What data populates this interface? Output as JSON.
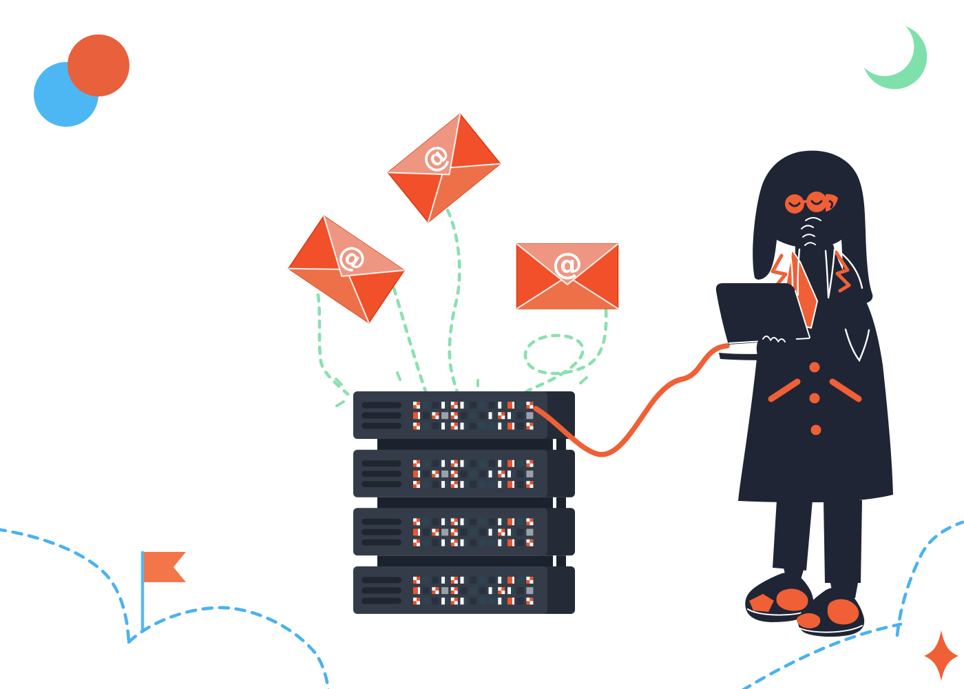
{
  "illustration": {
    "title": "Woman with laptop monitoring email server",
    "at_symbol": "@",
    "envelope_count": 3,
    "server_unit_count": 4,
    "palette": {
      "navy": "#1f2534",
      "server_body": "#353c49",
      "server_cap": "#242b37",
      "server_slot": "#20262f",
      "connector": "#1b222d",
      "led_teal": "#2e4450",
      "led_dark": "#28323e",
      "led_gray": "#9aa1a9",
      "led_orange": "#e8572d",
      "envelope_side": "#f1502a",
      "envelope_bottom": "#ee7048",
      "envelope_flap": "#ee9681",
      "accent_orange": "#f05f35",
      "flag_orange": "#f3764a",
      "blue": "#4ab2f0",
      "pole_blue": "#56b8f1",
      "green": "#8ae0b0",
      "moon_green": "#7fe0ab",
      "circle_orange": "#e8603c",
      "circle_blue": "#4db7f3"
    },
    "server": {
      "vent_bars_per_unit": 3,
      "led_rows": [
        "c,t,d,w,c,w,d,t,d,w,o,t,c",
        "o,d,c,g,c,d,t,d,w,c,w,d,g",
        "c,t,d,w,c,w,d,t,t,w,o,d,c"
      ]
    }
  }
}
